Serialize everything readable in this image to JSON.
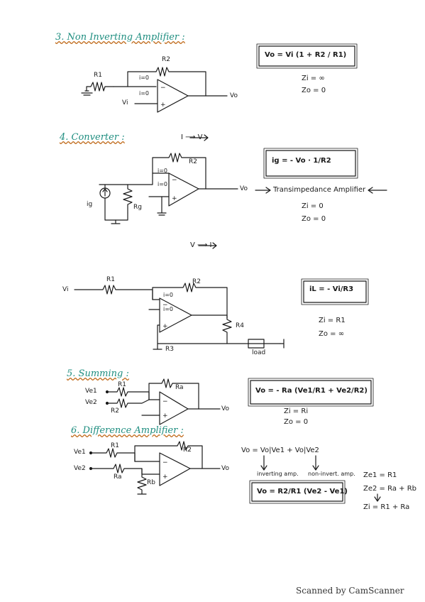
{
  "sections": {
    "s3": {
      "title": "3. Non Inverting Amplifier :",
      "formula": "Vo = Vi (1 + R2 / R1)",
      "zi": "Zi = ∞",
      "zo": "Zo = 0"
    },
    "s4": {
      "title": "4. Converter :",
      "sub1": "I ⟶ V",
      "formula": "ig = - Vo · 1/R2",
      "note": "Transimpedance Amplifier",
      "zi": "Zi = 0",
      "zo": "Zo = 0",
      "sub2": "V ⟶ I",
      "formula2": "iL = - Vi/R3",
      "zi2": "Zi = R1",
      "zo2": "Zo = ∞",
      "load": "load"
    },
    "s5": {
      "title": "5. Summing :",
      "formula": "Vo = - Ra (Ve1/R1 + Ve2/R2)",
      "zi": "Zi = Ri",
      "zo": "Zo = 0"
    },
    "s6": {
      "title": "6. Difference Amplifier :",
      "superpos": "Vo = Vo|Ve1 + Vo|Ve2",
      "inv": "inverting amp.",
      "noninv": "non-invert. amp.",
      "formula": "Vo = R2/R1 (Ve2 - Ve1)",
      "ze1": "Ze1 = R1",
      "ze2": "Ze2 = Ra + Rb",
      "zi": "Zi = R1 + Ra"
    }
  },
  "labels": {
    "r1": "R1",
    "r2": "R2",
    "r3": "R3",
    "r4": "R4",
    "ra": "Ra",
    "rb": "Rb",
    "rg": "Rg",
    "vi": "Vi",
    "vo": "Vo",
    "ig": "ig",
    "ve1": "Ve1",
    "ve2": "Ve2",
    "i0": "i=0"
  },
  "footer": "Scanned by CamScanner"
}
